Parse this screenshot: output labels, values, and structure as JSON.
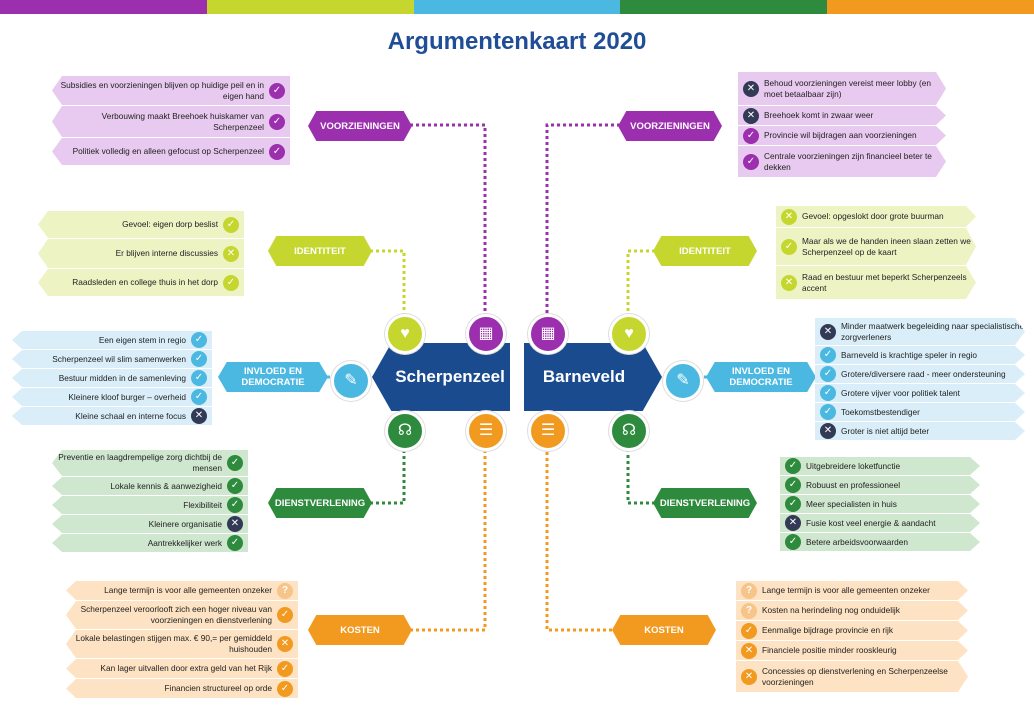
{
  "title": "Argumentenkaart 2020",
  "colors": {
    "voorzieningen": "#9b2fae",
    "identiteit": "#c5d72e",
    "invloed": "#4bb8e1",
    "dienstverlening": "#2e8b3d",
    "kosten": "#f29a1f",
    "hub": "#1a4b8f"
  },
  "hubs": {
    "left": "Scherpenzeel",
    "right": "Barneveld"
  },
  "left": {
    "voorzieningen": {
      "label": "VOORZIENINGEN",
      "items": [
        {
          "text": "Subsidies en voorzieningen blijven op huidige peil en in eigen hand",
          "mark": "check"
        },
        {
          "text": "Verbouwing maakt Breehoek huiskamer van Scherpenzeel",
          "mark": "check"
        },
        {
          "text": "Politiek volledig en alleen gefocust op Scherpenzeel",
          "mark": "check"
        }
      ]
    },
    "identiteit": {
      "label": "IDENTITEIT",
      "items": [
        {
          "text": "Gevoel: eigen dorp beslist",
          "mark": "check"
        },
        {
          "text": "Er blijven interne discussies",
          "mark": "cross"
        },
        {
          "text": "Raadsleden en college thuis in het dorp",
          "mark": "check"
        }
      ]
    },
    "invloed": {
      "label": "INVLOED EN DEMOCRATIE",
      "items": [
        {
          "text": "Een eigen stem in regio",
          "mark": "check"
        },
        {
          "text": "Scherpenzeel wil slim samenwerken",
          "mark": "check"
        },
        {
          "text": "Bestuur midden in de samenleving",
          "mark": "check"
        },
        {
          "text": "Kleinere kloof burger – overheid",
          "mark": "check"
        },
        {
          "text": "Kleine schaal en interne focus",
          "mark": "cross"
        }
      ]
    },
    "dienstverlening": {
      "label": "DIENSTVERLENING",
      "items": [
        {
          "text": "Preventie en laagdrempelige zorg dichtbij de mensen",
          "mark": "check"
        },
        {
          "text": "Lokale kennis & aanwezigheid",
          "mark": "check"
        },
        {
          "text": "Flexibiliteit",
          "mark": "check"
        },
        {
          "text": "Kleinere organisatie",
          "mark": "cross"
        },
        {
          "text": "Aantrekkelijker werk",
          "mark": "check"
        }
      ]
    },
    "kosten": {
      "label": "KOSTEN",
      "items": [
        {
          "text": "Lange termijn is voor alle gemeenten onzeker",
          "mark": "question"
        },
        {
          "text": "Scherpenzeel veroorlooft zich een hoger niveau van voorzieningen en dienstverlening",
          "mark": "check"
        },
        {
          "text": "Lokale belastingen stijgen max. € 90,= per gemiddeld huishouden",
          "mark": "cross"
        },
        {
          "text": "Kan lager uitvallen door extra geld van het Rijk",
          "mark": "check"
        },
        {
          "text": "Financien structureel op orde",
          "mark": "check"
        }
      ]
    }
  },
  "right": {
    "voorzieningen": {
      "label": "VOORZIENINGEN",
      "items": [
        {
          "text": "Behoud voorzieningen vereist meer lobby (en moet betaalbaar zijn)",
          "mark": "cross"
        },
        {
          "text": "Breehoek komt in zwaar weer",
          "mark": "cross"
        },
        {
          "text": "Provincie wil bijdragen aan voorzieningen",
          "mark": "check"
        },
        {
          "text": "Centrale voorzieningen zijn financieel beter te dekken",
          "mark": "check"
        }
      ]
    },
    "identiteit": {
      "label": "IDENTITEIT",
      "items": [
        {
          "text": "Gevoel: opgeslokt door grote buurman",
          "mark": "cross"
        },
        {
          "text": "Maar als we de handen ineen slaan zetten we Scherpenzeel op de kaart",
          "mark": "check"
        },
        {
          "text": "Raad en bestuur met beperkt Scherpenzeels accent",
          "mark": "cross"
        }
      ]
    },
    "invloed": {
      "label": "INVLOED EN DEMOCRATIE",
      "items": [
        {
          "text": "Minder maatwerk begeleiding naar specialistische zorgverleners",
          "mark": "cross"
        },
        {
          "text": "Barneveld is krachtige speler in regio",
          "mark": "check"
        },
        {
          "text": "Grotere/diversere raad - meer ondersteuning",
          "mark": "check"
        },
        {
          "text": "Grotere vijver voor politiek talent",
          "mark": "check"
        },
        {
          "text": "Toekomstbestendiger",
          "mark": "check"
        },
        {
          "text": "Groter is niet altijd beter",
          "mark": "cross"
        }
      ]
    },
    "dienstverlening": {
      "label": "DIENSTVERLENING",
      "items": [
        {
          "text": "Uitgebreidere loketfunctie",
          "mark": "check"
        },
        {
          "text": "Robuust en professioneel",
          "mark": "check"
        },
        {
          "text": "Meer specialisten in huis",
          "mark": "check"
        },
        {
          "text": "Fusie kost veel energie & aandacht",
          "mark": "cross"
        },
        {
          "text": "Betere arbeidsvoorwaarden",
          "mark": "check"
        }
      ]
    },
    "kosten": {
      "label": "KOSTEN",
      "items": [
        {
          "text": "Lange termijn is voor alle gemeenten onzeker",
          "mark": "question"
        },
        {
          "text": "Kosten na herindeling nog onduidelijk",
          "mark": "question"
        },
        {
          "text": "Eenmalige bijdrage provincie en rijk",
          "mark": "check"
        },
        {
          "text": "Financiele positie minder rooskleurig",
          "mark": "cross"
        },
        {
          "text": "Concessies op dienstverlening en Scherpenzeelse voorzieningen",
          "mark": "cross"
        }
      ]
    }
  }
}
